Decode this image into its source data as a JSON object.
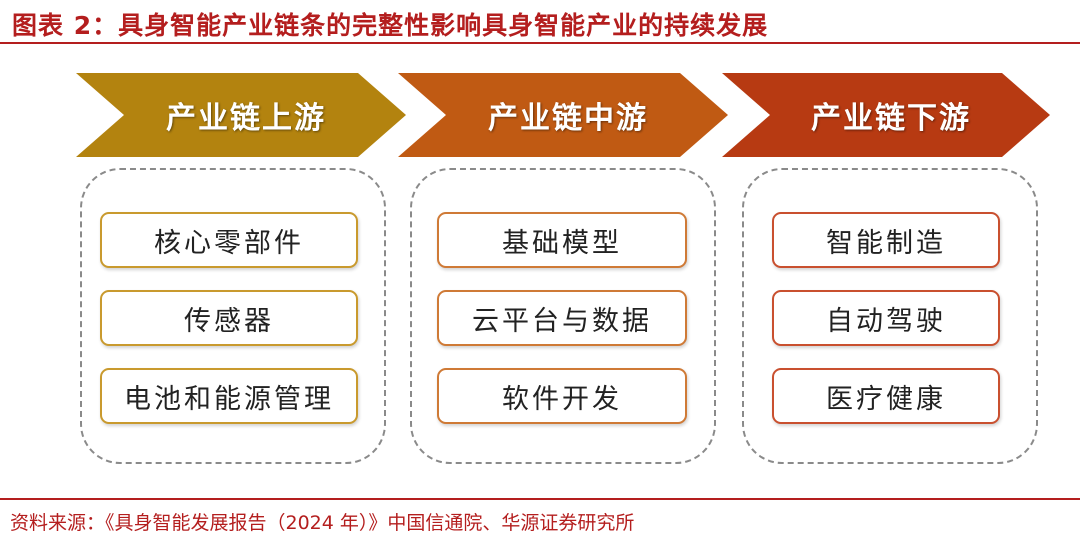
{
  "title": "图表 2：具身智能产业链条的完整性影响具身智能产业的持续发展",
  "source": "资料来源：《具身智能发展报告（2024 年）》中国信通院、华源证券研究所",
  "colors": {
    "upstream": "#b3830f",
    "midstream": "#c05a13",
    "downstream": "#b73a12",
    "upstream_border": "#c99a2e",
    "midstream_border": "#cf7a36",
    "downstream_border": "#c9502f"
  },
  "stages": [
    {
      "label": "产业链上游",
      "items": [
        "核心零部件",
        "传感器",
        "电池和能源管理"
      ]
    },
    {
      "label": "产业链中游",
      "items": [
        "基础模型",
        "云平台与数据",
        "软件开发"
      ]
    },
    {
      "label": "产业链下游",
      "items": [
        "智能制造",
        "自动驾驶",
        "医疗健康"
      ]
    }
  ]
}
